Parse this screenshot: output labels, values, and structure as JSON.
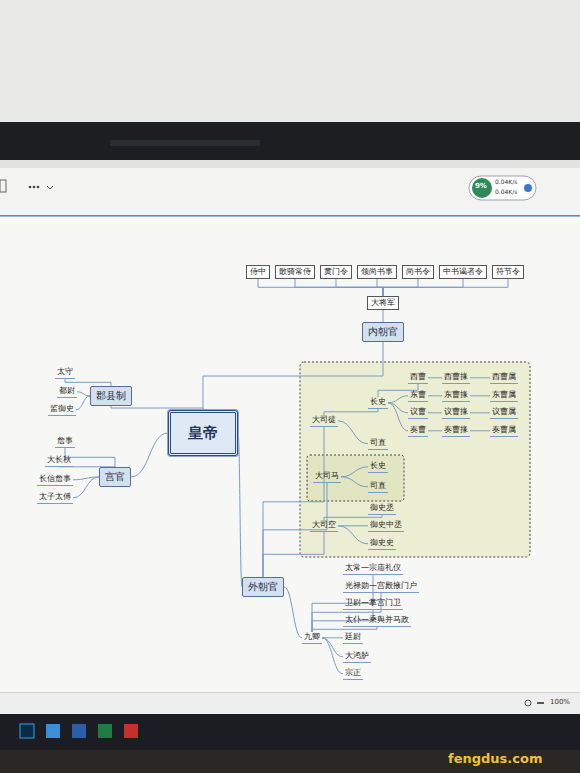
{
  "diagram": {
    "nodes": [
      {
        "text": [
          "皇帝"
        ]
      },
      {
        "text": [
          "内朝官"
        ]
      },
      {
        "text": [
          "大将军"
        ]
      },
      {
        "text": [
          "侍中"
        ]
      },
      {
        "text": [
          "散骑常侍"
        ]
      },
      {
        "text": [
          "黄门令"
        ]
      },
      {
        "text": [
          "领尚书事"
        ]
      },
      {
        "text": [
          "尚书令"
        ]
      },
      {
        "text": [
          "中书谒者令"
        ]
      },
      {
        "text": [
          "符节令"
        ]
      },
      {
        "text": [
          "郡县制"
        ]
      },
      {
        "text": [
          "太守"
        ]
      },
      {
        "text": [
          "都尉"
        ]
      },
      {
        "text": [
          "监御史"
        ]
      },
      {
        "text": [
          "宫官"
        ]
      },
      {
        "text": [
          "詹事"
        ]
      },
      {
        "text": [
          "大长秋"
        ]
      },
      {
        "text": [
          "长信詹事"
        ]
      },
      {
        "text": [
          "太子太傅"
        ]
      },
      {
        "text": [
          "外朝官"
        ]
      },
      {
        "text": [
          "大司徒"
        ]
      },
      {
        "text": [
          "长史"
        ]
      },
      {
        "text": [
          "西曹"
        ]
      },
      {
        "text": [
          "西曹掾"
        ]
      },
      {
        "text": [
          "西曹属"
        ]
      },
      {
        "text": [
          "东曹"
        ]
      },
      {
        "text": [
          "东曹掾"
        ]
      },
      {
        "text": [
          "东曹属"
        ]
      },
      {
        "text": [
          "议曹"
        ]
      },
      {
        "text": [
          "议曹掾"
        ]
      },
      {
        "text": [
          "议曹属"
        ]
      },
      {
        "text": [
          "奏曹"
        ]
      },
      {
        "text": [
          "奏曹掾"
        ]
      },
      {
        "text": [
          "奏曹属"
        ]
      },
      {
        "text": [
          "司直"
        ]
      },
      {
        "text": [
          "大司马"
        ]
      },
      {
        "text": [
          "长史"
        ]
      },
      {
        "text": [
          "司直"
        ]
      },
      {
        "text": [
          "大司空"
        ]
      },
      {
        "text": [
          "御史丞"
        ]
      },
      {
        "text": [
          "御史中丞"
        ]
      },
      {
        "text": [
          "御史史"
        ]
      },
      {
        "text": [
          "九卿"
        ]
      },
      {
        "text": [
          "太常—宗庙礼仪"
        ]
      },
      {
        "text": [
          "光禄勋—宫殿掖门户"
        ]
      },
      {
        "text": [
          "卫尉—掌宫门卫"
        ]
      },
      {
        "text": [
          "太仆—乘舆并马政"
        ]
      },
      {
        "text": [
          "廷尉"
        ]
      },
      {
        "text": [
          "大鸿胪"
        ]
      },
      {
        "text": [
          "宗正"
        ]
      }
    ],
    "edges": [
      {
        "from": 0,
        "to": 1,
        "arrow": "none"
      },
      {
        "from": 1,
        "to": 2,
        "arrow": "none"
      },
      {
        "from": 2,
        "to": 3,
        "arrow": "none"
      },
      {
        "from": 2,
        "to": 4,
        "arrow": "none"
      },
      {
        "from": 2,
        "to": 5,
        "arrow": "none"
      },
      {
        "from": 2,
        "to": 6,
        "arrow": "none"
      },
      {
        "from": 2,
        "to": 7,
        "arrow": "none"
      },
      {
        "from": 2,
        "to": 8,
        "arrow": "none"
      },
      {
        "from": 2,
        "to": 9,
        "arrow": "none"
      },
      {
        "from": 0,
        "to": 10,
        "arrow": "none"
      },
      {
        "from": 10,
        "to": 11,
        "arrow": "none"
      },
      {
        "from": 10,
        "to": 12,
        "arrow": "none"
      },
      {
        "from": 10,
        "to": 13,
        "arrow": "none"
      },
      {
        "from": 0,
        "to": 14,
        "arrow": "none"
      },
      {
        "from": 14,
        "to": 15,
        "arrow": "none"
      },
      {
        "from": 14,
        "to": 16,
        "arrow": "none"
      },
      {
        "from": 14,
        "to": 17,
        "arrow": "none"
      },
      {
        "from": 14,
        "to": 18,
        "arrow": "none"
      },
      {
        "from": 0,
        "to": 19,
        "arrow": "none"
      },
      {
        "from": 19,
        "to": 20,
        "arrow": "none"
      },
      {
        "from": 20,
        "to": 21,
        "arrow": "none"
      },
      {
        "from": 21,
        "to": 22,
        "arrow": "none"
      },
      {
        "from": 22,
        "to": 23,
        "arrow": "none"
      },
      {
        "from": 23,
        "to": 24,
        "arrow": "none"
      },
      {
        "from": 21,
        "to": 25,
        "arrow": "none"
      },
      {
        "from": 25,
        "to": 26,
        "arrow": "none"
      },
      {
        "from": 26,
        "to": 27,
        "arrow": "none"
      },
      {
        "from": 21,
        "to": 28,
        "arrow": "none"
      },
      {
        "from": 28,
        "to": 29,
        "arrow": "none"
      },
      {
        "from": 29,
        "to": 30,
        "arrow": "none"
      },
      {
        "from": 21,
        "to": 31,
        "arrow": "none"
      },
      {
        "from": 31,
        "to": 32,
        "arrow": "none"
      },
      {
        "from": 32,
        "to": 33,
        "arrow": "none"
      },
      {
        "from": 20,
        "to": 34,
        "arrow": "none"
      },
      {
        "from": 19,
        "to": 35,
        "arrow": "none"
      },
      {
        "from": 35,
        "to": 36,
        "arrow": "none"
      },
      {
        "from": 35,
        "to": 37,
        "arrow": "none"
      },
      {
        "from": 19,
        "to": 38,
        "arrow": "none"
      },
      {
        "from": 38,
        "to": 39,
        "arrow": "none"
      },
      {
        "from": 38,
        "to": 40,
        "arrow": "none"
      },
      {
        "from": 38,
        "to": 41,
        "arrow": "none"
      },
      {
        "from": 19,
        "to": 42,
        "arrow": "none"
      },
      {
        "from": 42,
        "to": 43,
        "arrow": "none"
      },
      {
        "from": 42,
        "to": 44,
        "arrow": "none"
      },
      {
        "from": 42,
        "to": 45,
        "arrow": "none"
      },
      {
        "from": 42,
        "to": 46,
        "arrow": "none"
      },
      {
        "from": 42,
        "to": 47,
        "arrow": "none"
      },
      {
        "from": 42,
        "to": 48,
        "arrow": "none"
      },
      {
        "from": 42,
        "to": 49,
        "arrow": "none"
      }
    ],
    "labels": [
      "9%",
      "0.04K/s",
      "0.04K/s",
      "100%",
      "fengdus.com"
    ]
  }
}
